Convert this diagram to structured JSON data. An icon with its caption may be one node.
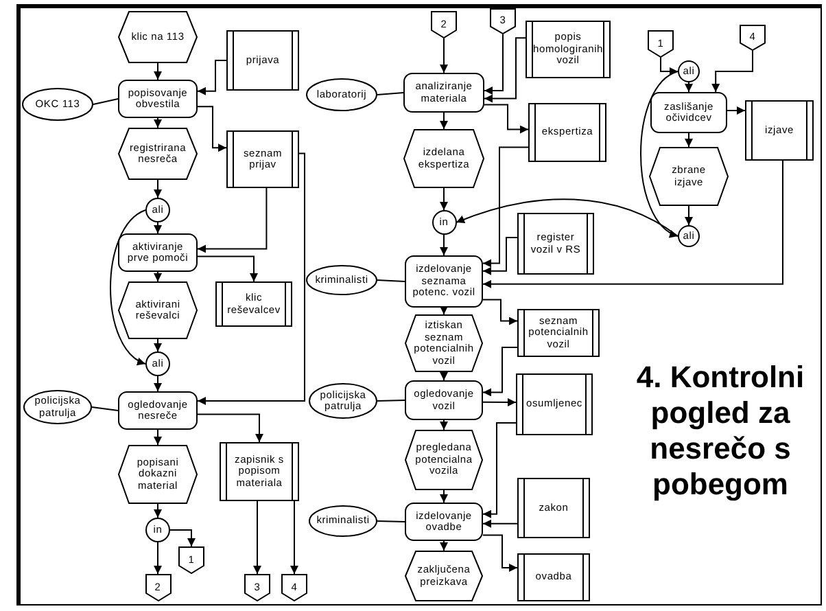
{
  "diagram": {
    "nodes": [
      {
        "text": [
          "klic na 113"
        ]
      },
      {
        "text": [
          "prijava"
        ]
      },
      {
        "text": [
          "OKC 113"
        ]
      },
      {
        "text": [
          "popisovanje obvestila"
        ]
      },
      {
        "text": [
          "registrirana nesreča"
        ]
      },
      {
        "text": [
          "seznam prijav"
        ]
      },
      {
        "text": [
          "ali"
        ]
      },
      {
        "text": [
          "aktiviranje prve pomoči"
        ]
      },
      {
        "text": [
          "klic reševalcev"
        ]
      },
      {
        "text": [
          "aktivirani reševalci"
        ]
      },
      {
        "text": [
          "ali"
        ]
      },
      {
        "text": [
          "policijska patrulja"
        ]
      },
      {
        "text": [
          "ogledovanje nesreče"
        ]
      },
      {
        "text": [
          "zapisnik s popisom materiala"
        ]
      },
      {
        "text": [
          "popisani dokazni material"
        ]
      },
      {
        "text": [
          "in"
        ]
      },
      {
        "text": [
          "1"
        ]
      },
      {
        "text": [
          "2"
        ]
      },
      {
        "text": [
          "3"
        ]
      },
      {
        "text": [
          "4"
        ]
      },
      {
        "text": [
          "2"
        ]
      },
      {
        "text": [
          "3"
        ]
      },
      {
        "text": [
          "popis homologiranih vozil"
        ]
      },
      {
        "text": [
          "laboratorij"
        ]
      },
      {
        "text": [
          "analiziranje materiala"
        ]
      },
      {
        "text": [
          "ekspertiza"
        ]
      },
      {
        "text": [
          "izdelana ekspertiza"
        ]
      },
      {
        "text": [
          "in"
        ]
      },
      {
        "text": [
          "register vozil v RS"
        ]
      },
      {
        "text": [
          "kriminalisti"
        ]
      },
      {
        "text": [
          "izdelovanje seznama potenc. vozil"
        ]
      },
      {
        "text": [
          "seznam potencialnih vozil"
        ]
      },
      {
        "text": [
          "iztiskan seznam potencialnih vozil"
        ]
      },
      {
        "text": [
          "policijska patrulja"
        ]
      },
      {
        "text": [
          "ogledovanje vozil"
        ]
      },
      {
        "text": [
          "osumljenec"
        ]
      },
      {
        "text": [
          "pregledana potencialna vozila"
        ]
      },
      {
        "text": [
          "kriminalisti"
        ]
      },
      {
        "text": [
          "izdelovanje ovadbe"
        ]
      },
      {
        "text": [
          "zakon"
        ]
      },
      {
        "text": [
          "zaključena preizkava"
        ]
      },
      {
        "text": [
          "ovadba"
        ]
      },
      {
        "text": [
          "1"
        ]
      },
      {
        "text": [
          "4"
        ]
      },
      {
        "text": [
          "ali"
        ]
      },
      {
        "text": [
          "zaslišanje očividcev"
        ]
      },
      {
        "text": [
          "izjave"
        ]
      },
      {
        "text": [
          "zbrane izjave"
        ]
      },
      {
        "text": [
          "ali"
        ]
      }
    ],
    "edges": [
      {
        "from": 0,
        "to": 3,
        "arrow": "to"
      },
      {
        "from": 1,
        "to": 3,
        "arrow": "to"
      },
      {
        "from": 2,
        "to": 3,
        "arrow": "none"
      },
      {
        "from": 3,
        "to": 4,
        "arrow": "to"
      },
      {
        "from": 3,
        "to": 5,
        "arrow": "to"
      },
      {
        "from": 4,
        "to": 6,
        "arrow": "to"
      },
      {
        "from": 6,
        "to": 7,
        "arrow": "to"
      },
      {
        "from": 5,
        "to": 7,
        "arrow": "to"
      },
      {
        "from": 7,
        "to": 9,
        "arrow": "to"
      },
      {
        "from": 7,
        "to": 8,
        "arrow": "to"
      },
      {
        "from": 9,
        "to": 10,
        "arrow": "to"
      },
      {
        "from": 6,
        "to": 10,
        "arrow": "to"
      },
      {
        "from": 10,
        "to": 12,
        "arrow": "to"
      },
      {
        "from": 5,
        "to": 12,
        "arrow": "to"
      },
      {
        "from": 11,
        "to": 12,
        "arrow": "none"
      },
      {
        "from": 12,
        "to": 14,
        "arrow": "to"
      },
      {
        "from": 12,
        "to": 13,
        "arrow": "to"
      },
      {
        "from": 14,
        "to": 15,
        "arrow": "to"
      },
      {
        "from": 15,
        "to": 16,
        "arrow": "to"
      },
      {
        "from": 15,
        "to": 17,
        "arrow": "to"
      },
      {
        "from": 13,
        "to": 18,
        "arrow": "to"
      },
      {
        "from": 13,
        "to": 19,
        "arrow": "to"
      },
      {
        "from": 20,
        "to": 24,
        "arrow": "to"
      },
      {
        "from": 21,
        "to": 24,
        "arrow": "to"
      },
      {
        "from": 22,
        "to": 24,
        "arrow": "to"
      },
      {
        "from": 23,
        "to": 24,
        "arrow": "none"
      },
      {
        "from": 24,
        "to": 25,
        "arrow": "to"
      },
      {
        "from": 24,
        "to": 26,
        "arrow": "to"
      },
      {
        "from": 26,
        "to": 27,
        "arrow": "to"
      },
      {
        "from": 25,
        "to": 30,
        "arrow": "to"
      },
      {
        "from": 48,
        "to": 27,
        "arrow": "to"
      },
      {
        "from": 27,
        "to": 30,
        "arrow": "to"
      },
      {
        "from": 28,
        "to": 30,
        "arrow": "to"
      },
      {
        "from": 46,
        "to": 30,
        "arrow": "to"
      },
      {
        "from": 29,
        "to": 30,
        "arrow": "none"
      },
      {
        "from": 30,
        "to": 32,
        "arrow": "to"
      },
      {
        "from": 30,
        "to": 31,
        "arrow": "to"
      },
      {
        "from": 31,
        "to": 34,
        "arrow": "to"
      },
      {
        "from": 32,
        "to": 34,
        "arrow": "to"
      },
      {
        "from": 33,
        "to": 34,
        "arrow": "none"
      },
      {
        "from": 34,
        "to": 36,
        "arrow": "to"
      },
      {
        "from": 34,
        "to": 35,
        "arrow": "to"
      },
      {
        "from": 35,
        "to": 38,
        "arrow": "to"
      },
      {
        "from": 39,
        "to": 38,
        "arrow": "to"
      },
      {
        "from": 36,
        "to": 38,
        "arrow": "to"
      },
      {
        "from": 37,
        "to": 38,
        "arrow": "none"
      },
      {
        "from": 38,
        "to": 40,
        "arrow": "to"
      },
      {
        "from": 38,
        "to": 41,
        "arrow": "to"
      },
      {
        "from": 42,
        "to": 44,
        "arrow": "to"
      },
      {
        "from": 44,
        "to": 45,
        "arrow": "to"
      },
      {
        "from": 43,
        "to": 45,
        "arrow": "to"
      },
      {
        "from": 44,
        "to": 48,
        "arrow": "to"
      },
      {
        "from": 45,
        "to": 47,
        "arrow": "to"
      },
      {
        "from": 45,
        "to": 46,
        "arrow": "to"
      },
      {
        "from": 47,
        "to": 48,
        "arrow": "to"
      }
    ],
    "labels": [
      "4. Kontrolni pogled za nesrečo s pobegom"
    ]
  }
}
